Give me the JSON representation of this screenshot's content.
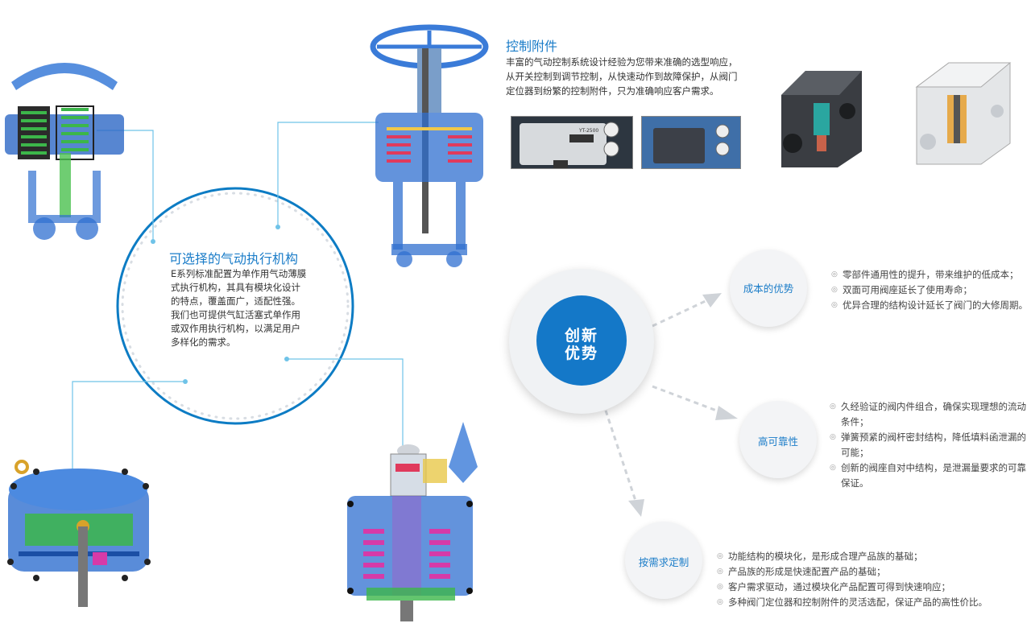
{
  "actuator_section": {
    "title": "可选择的气动执行机构",
    "paragraphs": [
      "E系列标准配置为单作用气动薄膜式执行机构，其具有模块化设计的特点，覆盖面广，适配性强。",
      "我们也可提供气缸活塞式单作用或双作用执行机构，以满足用户多样化的需求。"
    ]
  },
  "accessories_section": {
    "title": "控制附件",
    "body": "丰富的气动控制系统设计经验为您带来准确的选型响应，从开关控制到调节控制，从快速动作到故障保护，从阀门定位器到纷繁的控制附件，只为准确响应客户需求。",
    "positioner_label": "YT-2500"
  },
  "innovation": {
    "hub_line1": "创新",
    "hub_line2": "优势",
    "cost": {
      "label": "成本的优势",
      "items": [
        "零部件通用性的提升，带来维护的低成本；",
        "双面可用阀座延长了使用寿命；",
        "优异合理的结构设计延长了阀门的大修周期。"
      ]
    },
    "reliability": {
      "label": "高可靠性",
      "items": [
        "久经验证的阀内件组合，确保实现理想的流动条件；",
        "弹簧预紧的阀杆密封结构，降低填料函泄漏的可能；",
        "创新的阀座自对中结构，是泄漏量要求的可靠保证。"
      ]
    },
    "custom": {
      "label": "按需求定制",
      "items": [
        "功能结构的模块化，是形成合理产品族的基础；",
        "产品族的形成是快速配置产品的基础；",
        "客户需求驱动，通过模块化产品配置可得到快速响应；",
        "多种阀门定位器和控制附件的灵活选配，保证产品的高性价比。"
      ]
    }
  },
  "colors": {
    "accent_blue": "#1a7cc8",
    "actuator_blue": "#2f6fd0",
    "hub_blue": "#1478c8"
  }
}
